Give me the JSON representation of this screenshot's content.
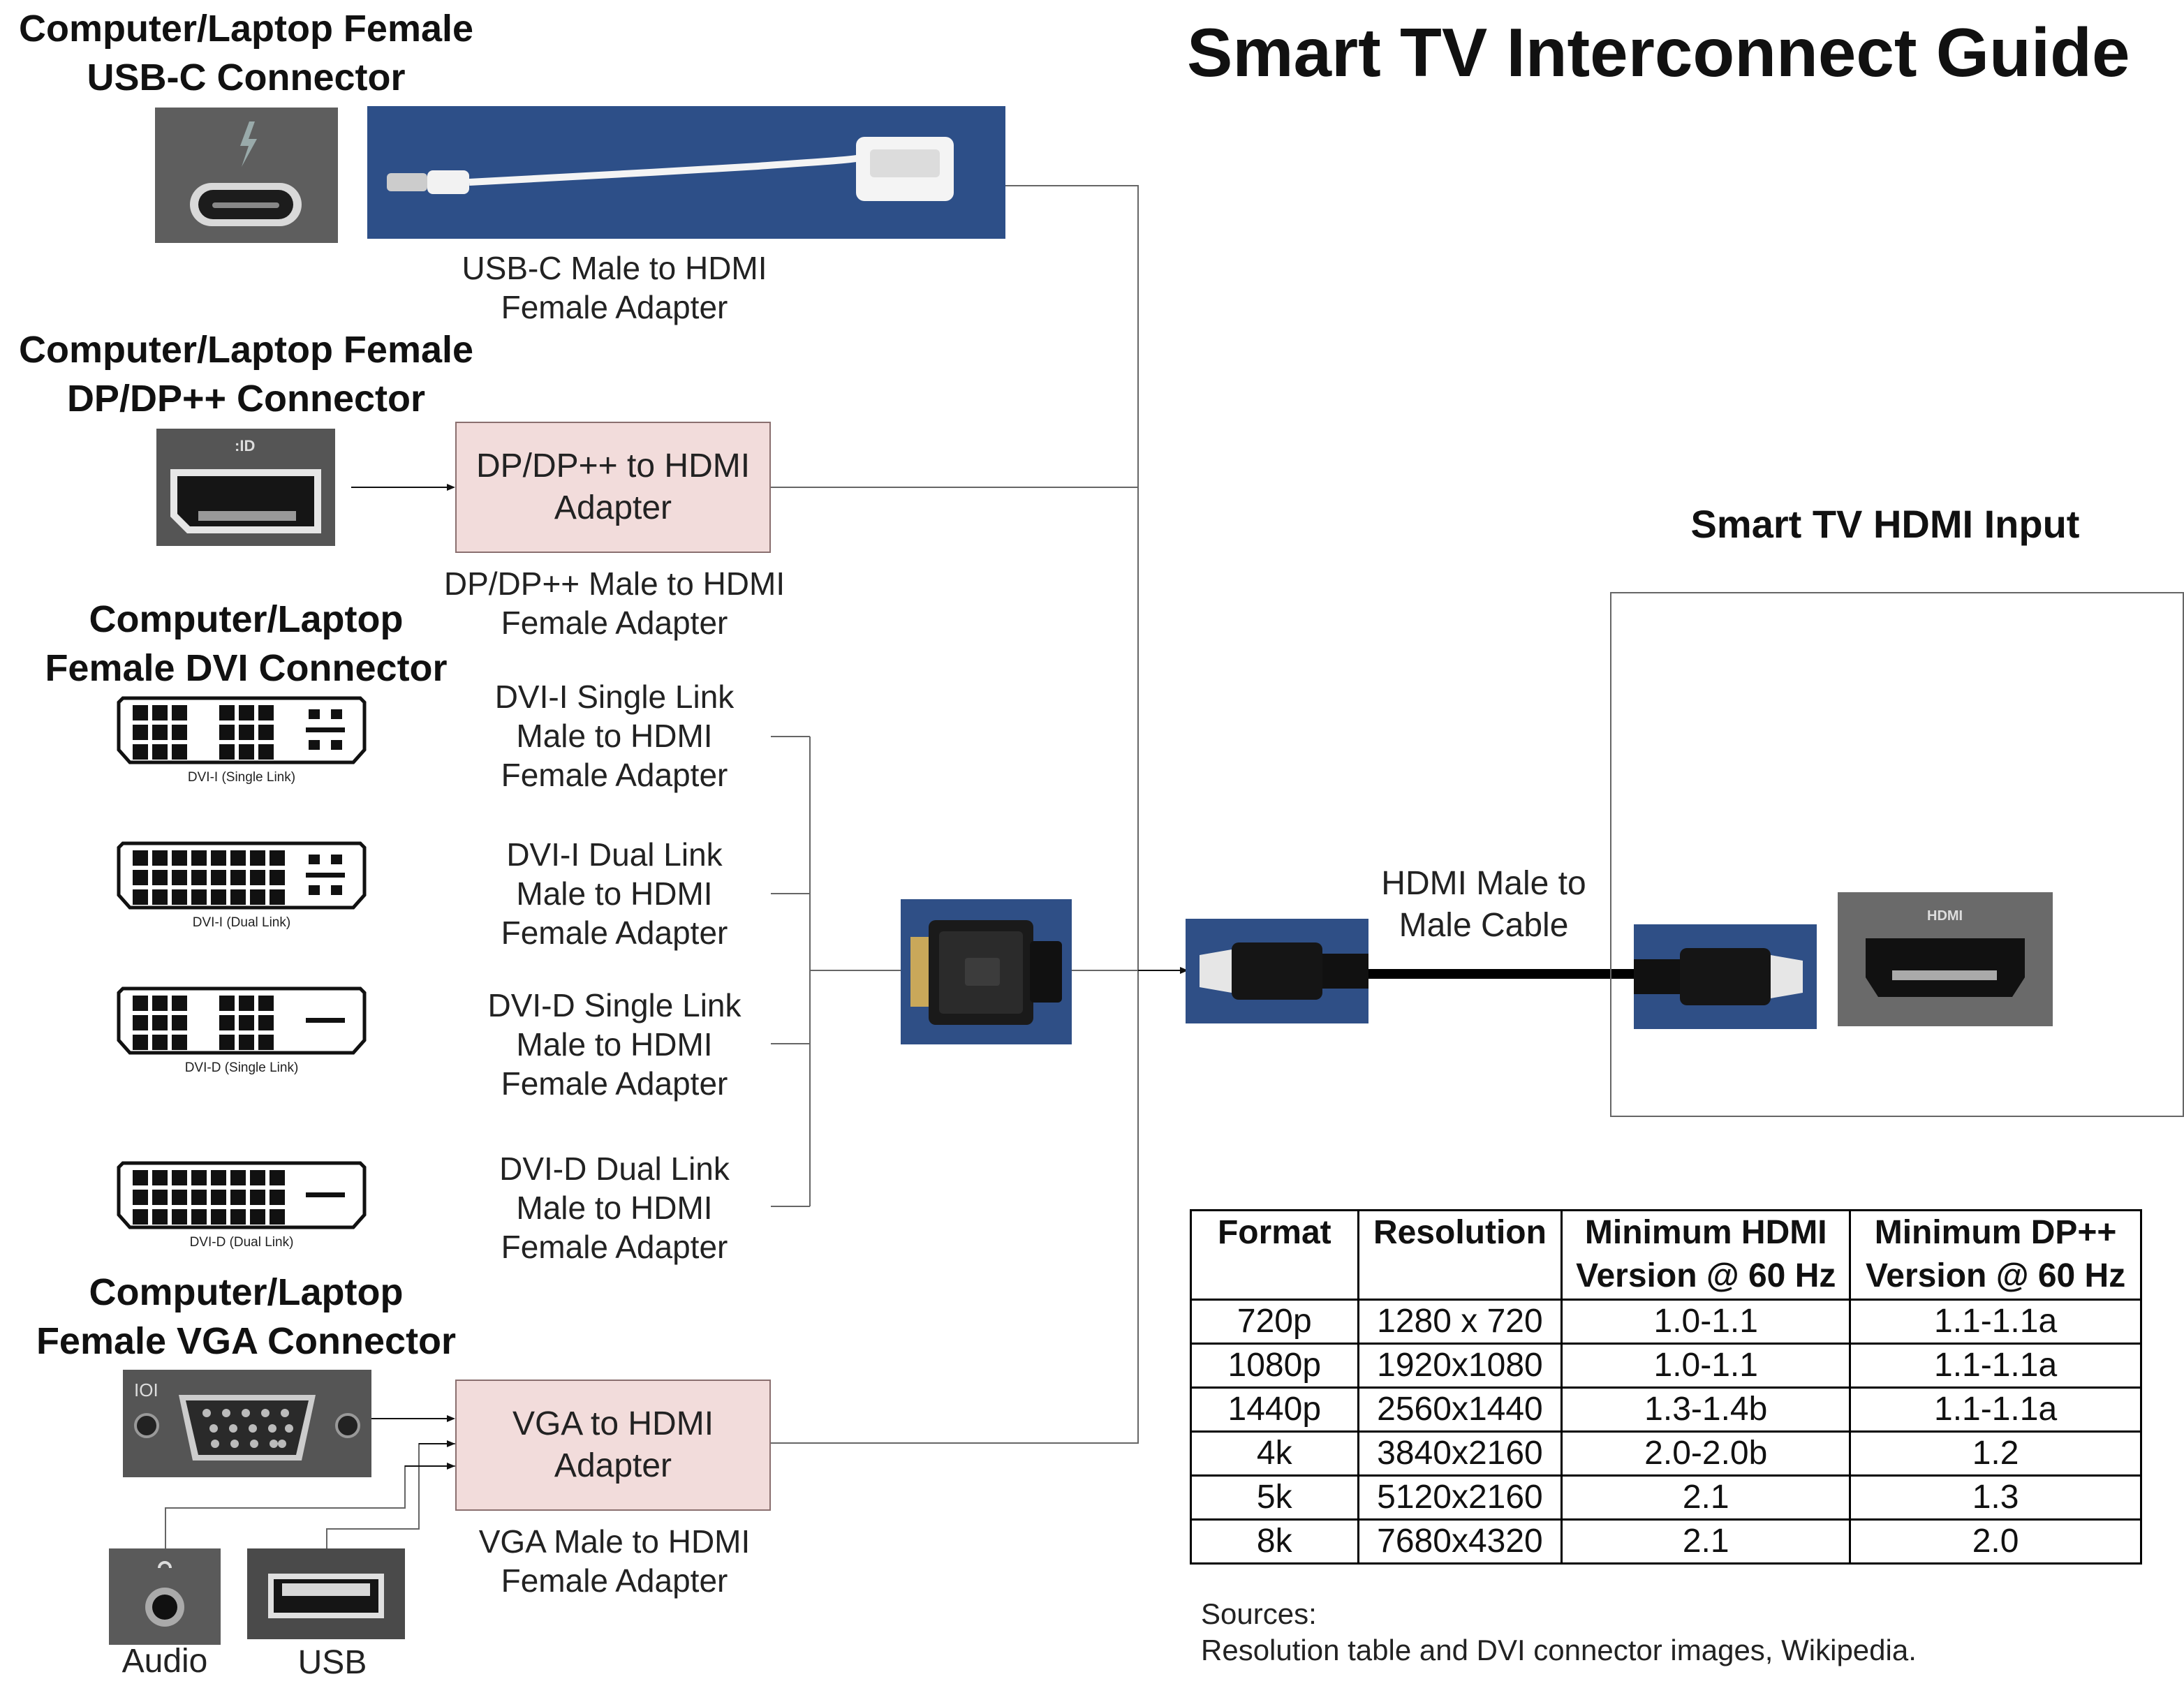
{
  "title": "Smart TV Interconnect Guide",
  "tv": {
    "heading": "Smart TV HDMI Input",
    "cable_caption_1": "HDMI Male to",
    "cable_caption_2": "Male Cable",
    "hdmi_logo": "HDMI"
  },
  "usbc": {
    "heading_1": "Computer/Laptop Female",
    "heading_2": "USB-C Connector",
    "caption_1": "USB-C Male to HDMI",
    "caption_2": "Female Adapter"
  },
  "dp": {
    "heading_1": "Computer/Laptop Female",
    "heading_2": "DP/DP++ Connector",
    "box_1": "DP/DP++ to HDMI",
    "box_2": "Adapter",
    "caption_1": "DP/DP++ Male to HDMI",
    "caption_2": "Female Adapter"
  },
  "dvi": {
    "heading_1": "Computer/Laptop",
    "heading_2": "Female DVI Connector",
    "connectors": [
      {
        "label": "DVI-I (Single Link)",
        "caption_1": "DVI-I Single Link",
        "caption_2": "Male to HDMI",
        "caption_3": "Female Adapter"
      },
      {
        "label": "DVI-I (Dual Link)",
        "caption_1": "DVI-I Dual Link",
        "caption_2": "Male to HDMI",
        "caption_3": "Female Adapter"
      },
      {
        "label": "DVI-D (Single Link)",
        "caption_1": "DVI-D Single Link",
        "caption_2": "Male to HDMI",
        "caption_3": "Female Adapter"
      },
      {
        "label": "DVI-D (Dual Link)",
        "caption_1": "DVI-D Dual Link",
        "caption_2": "Male to HDMI",
        "caption_3": "Female Adapter"
      }
    ]
  },
  "vga": {
    "heading_1": "Computer/Laptop",
    "heading_2": "Female VGA Connector",
    "box_1": "VGA to HDMI",
    "box_2": "Adapter",
    "caption_1": "VGA Male to HDMI",
    "caption_2": "Female Adapter",
    "vga_mark": "IOI",
    "audio_label": "Audio",
    "usb_label": "USB"
  },
  "table": {
    "headers": [
      {
        "line1": "Format",
        "line2": ""
      },
      {
        "line1": "Resolution",
        "line2": ""
      },
      {
        "line1": "Minimum HDMI",
        "line2": "Version @ 60 Hz"
      },
      {
        "line1": "Minimum DP++",
        "line2": "Version @ 60 Hz"
      }
    ],
    "rows": [
      [
        "720p",
        "1280 x 720",
        "1.0-1.1",
        "1.1-1.1a"
      ],
      [
        "1080p",
        "1920x1080",
        "1.0-1.1",
        "1.1-1.1a"
      ],
      [
        "1440p",
        "2560x1440",
        "1.3-1.4b",
        "1.1-1.1a"
      ],
      [
        "4k",
        "3840x2160",
        "2.0-2.0b",
        "1.2"
      ],
      [
        "5k",
        "5120x2160",
        "2.1",
        "1.3"
      ],
      [
        "8k",
        "7680x4320",
        "2.1",
        "2.0"
      ]
    ]
  },
  "sources": {
    "line1": "Sources:",
    "line2": "Resolution table and DVI connector images, Wikipedia."
  },
  "colors": {
    "adapter_box": "#f2dcdb",
    "photo_blue": "#2a4a7f",
    "port_grey": "#4a4a4a"
  }
}
